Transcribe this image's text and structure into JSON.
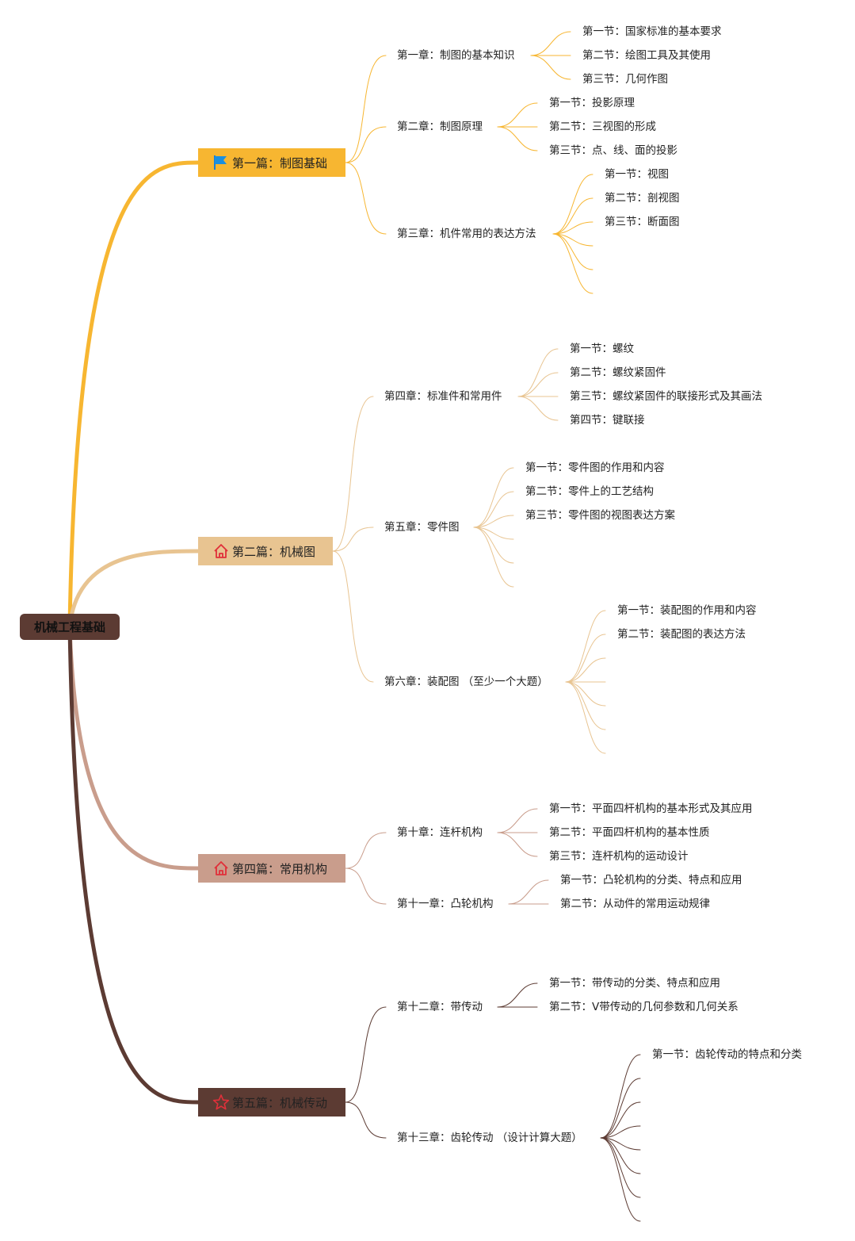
{
  "root": {
    "label": "机械工程基础",
    "color": "#5c3b33"
  },
  "parts": [
    {
      "label": "第一篇：制图基础",
      "icon": "flag-icon",
      "color": "#f7b631",
      "chapters": [
        {
          "label": "第一章：制图的基本知识",
          "sections": [
            "第一节：国家标准的基本要求",
            "第二节：绘图工具及其使用",
            "第三节：几何作图"
          ]
        },
        {
          "label": "第二章：制图原理",
          "sections": [
            "第一节：投影原理",
            "第二节：三视图的形成",
            "第三节：点、线、面的投影"
          ]
        },
        {
          "label": "第三章：机件常用的表达方法",
          "sections": [
            "第一节：视图",
            "第二节：剖视图",
            "第三节：断面图",
            "",
            "",
            ""
          ]
        }
      ]
    },
    {
      "label": "第二篇：机械图",
      "icon": "home-icon",
      "color": "#e8c491",
      "chapters": [
        {
          "label": "第四章：标准件和常用件",
          "sections": [
            "第一节：螺纹",
            "第二节：螺纹紧固件",
            "第三节：螺纹紧固件的联接形式及其画法",
            "第四节：键联接"
          ]
        },
        {
          "label": "第五章：零件图",
          "sections": [
            "第一节：零件图的作用和内容",
            "第二节：零件上的工艺结构",
            "第三节：零件图的视图表达方案",
            "",
            "",
            ""
          ]
        },
        {
          "label": "第六章：装配图 （至少一个大题）",
          "sections": [
            "第一节：装配图的作用和内容",
            "第二节：装配图的表达方法",
            "",
            "",
            "",
            "",
            ""
          ]
        }
      ]
    },
    {
      "label": "第四篇：常用机构",
      "icon": "home-icon",
      "color": "#c99d8c",
      "chapters": [
        {
          "label": "第十章：连杆机构",
          "sections": [
            "第一节：平面四杆机构的基本形式及其应用",
            "第二节：平面四杆机构的基本性质",
            "第三节：连杆机构的运动设计"
          ]
        },
        {
          "label": "第十一章：凸轮机构",
          "sections": [
            "第一节：凸轮机构的分类、特点和应用",
            "第二节：从动件的常用运动规律"
          ]
        }
      ]
    },
    {
      "label": "第五篇：机械传动",
      "icon": "star-icon",
      "color": "#5c3b33",
      "chapters": [
        {
          "label": "第十二章：带传动",
          "sections": [
            "第一节：带传动的分类、特点和应用",
            "第二节：V带传动的几何参数和几何关系"
          ]
        },
        {
          "label": "第十三章：齿轮传动 （设计计算大题）",
          "sections": [
            "第一节：齿轮传动的特点和分类",
            "",
            "",
            "",
            "",
            "",
            "",
            ""
          ]
        }
      ]
    }
  ]
}
